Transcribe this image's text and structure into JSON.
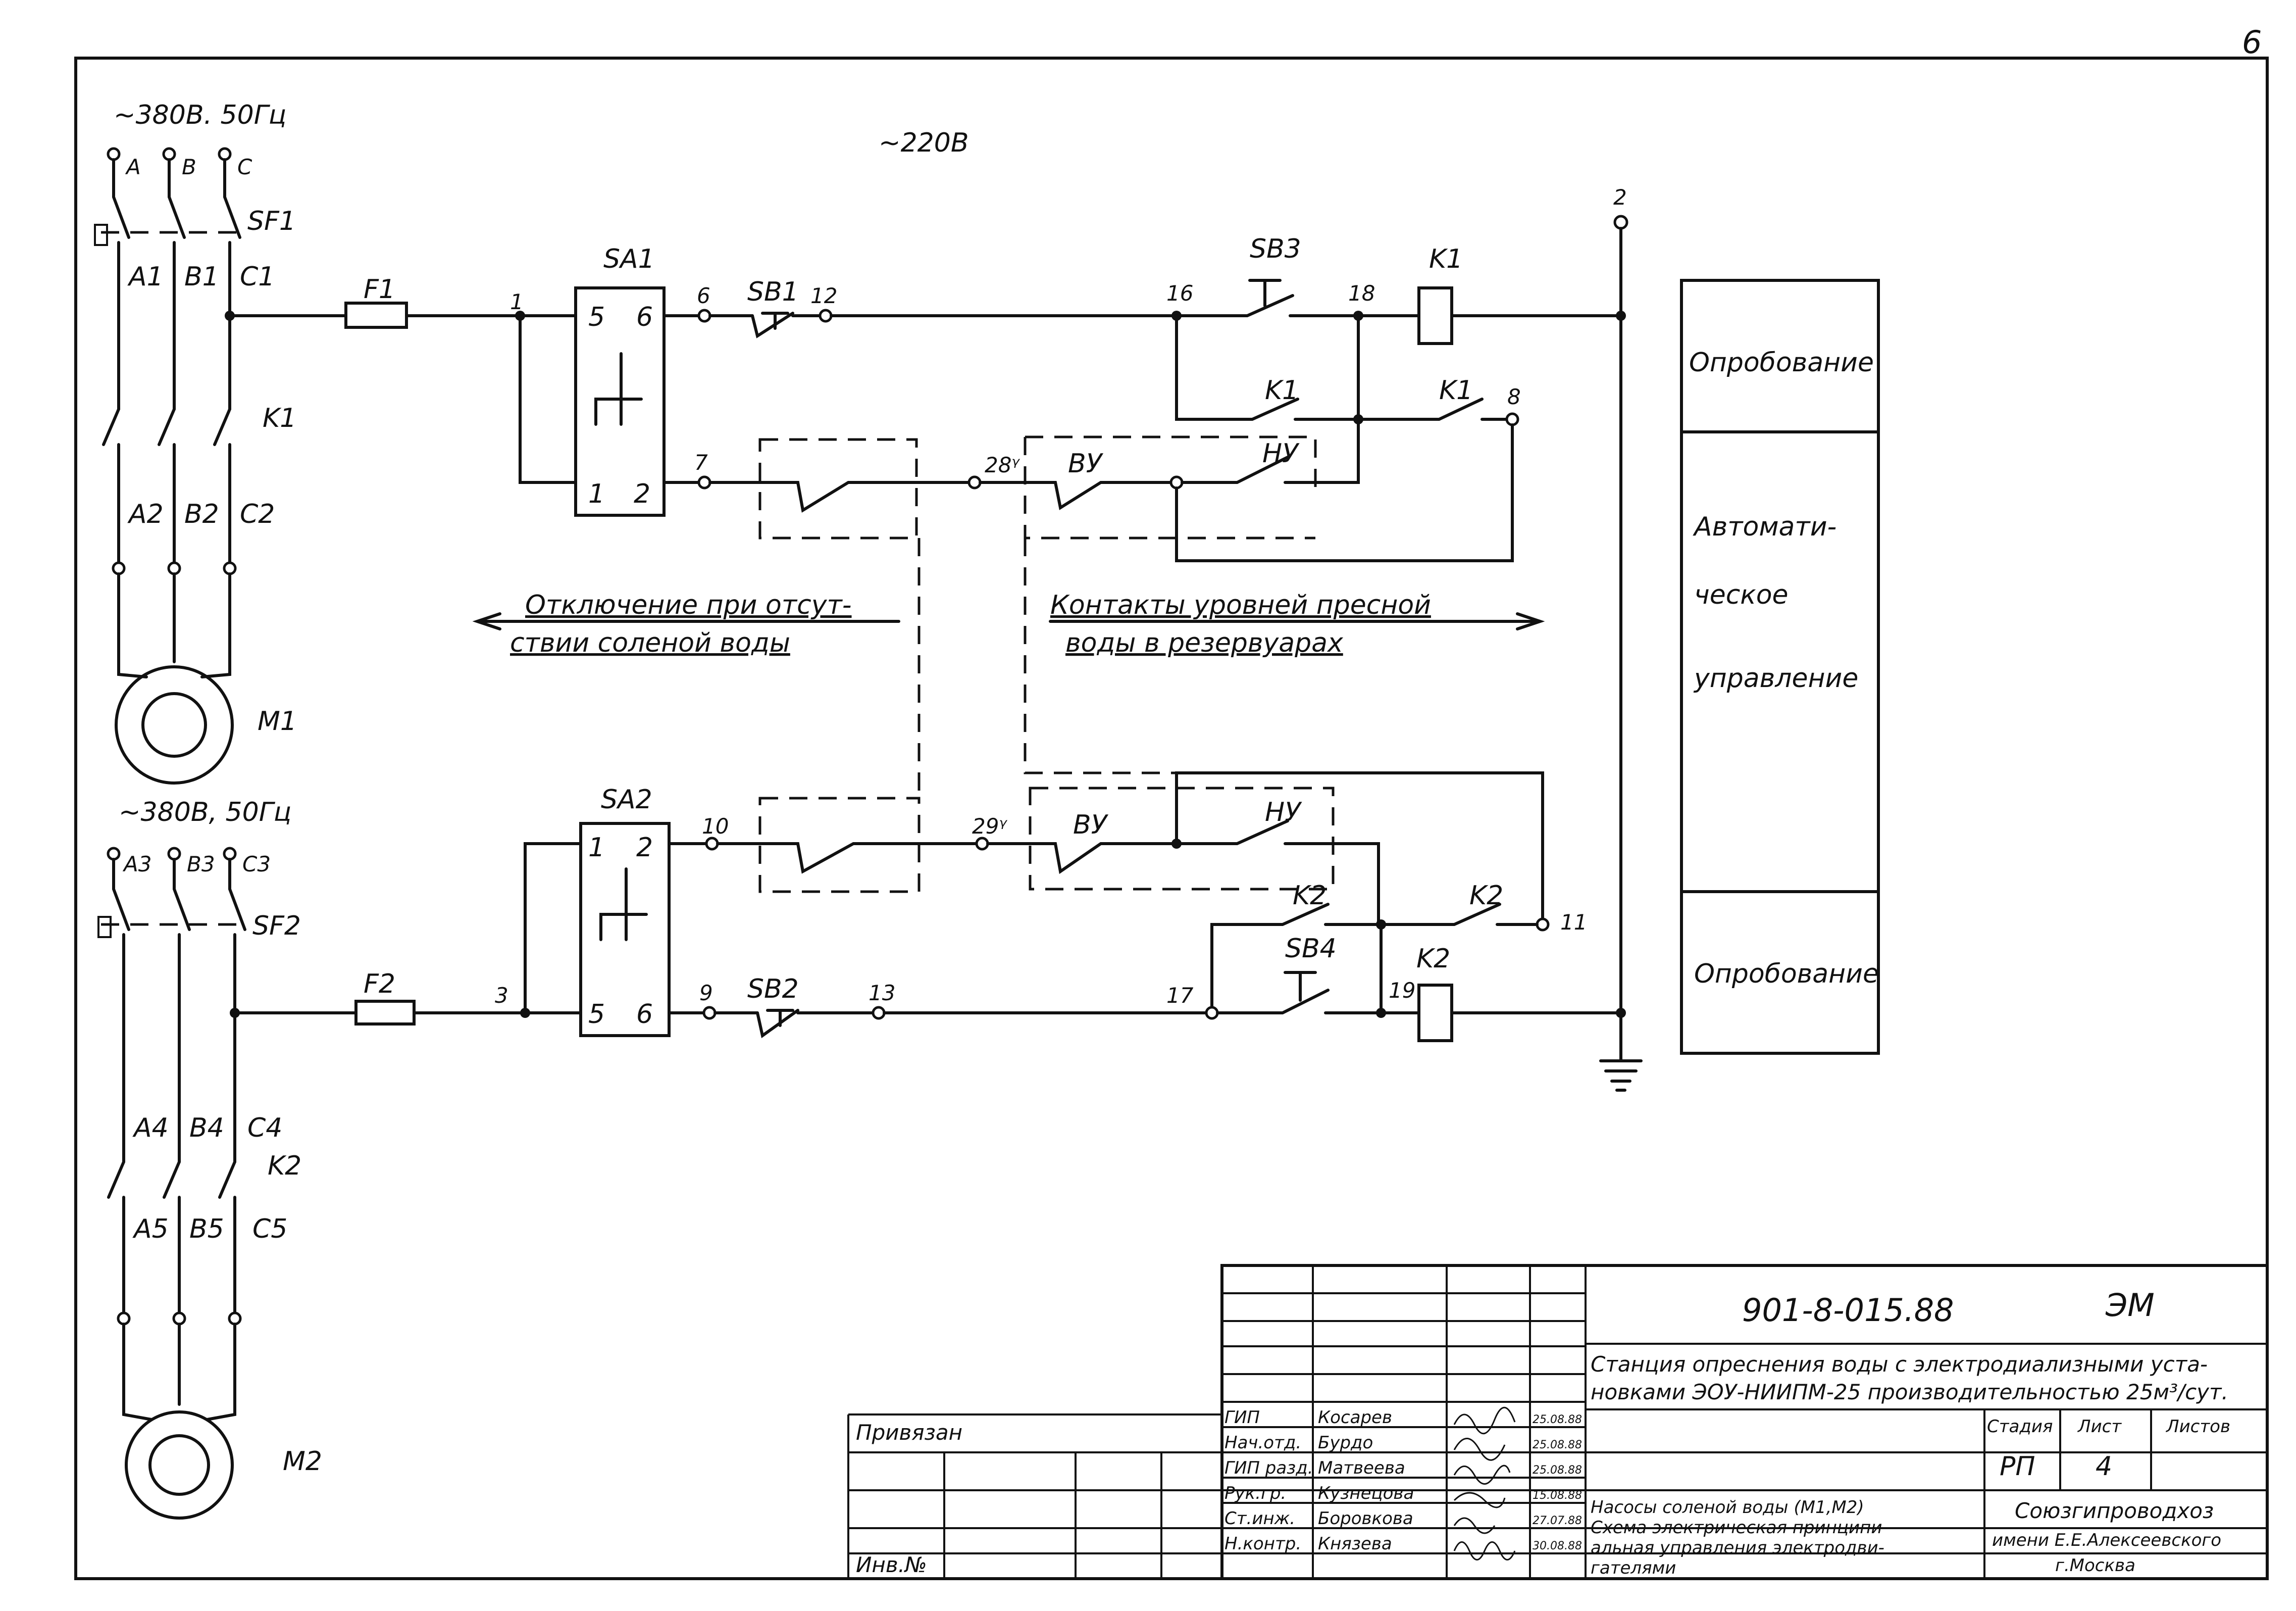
{
  "sheet": {
    "page_number": "6"
  },
  "supply": {
    "m1_voltage": "~380В. 50Гц",
    "m2_voltage": "~380В, 50Гц",
    "control_voltage": "~220В"
  },
  "phases_top": [
    "A",
    "B",
    "C"
  ],
  "phases_bottom": [
    "A3",
    "B3",
    "C3"
  ],
  "labels": {
    "sf1": "SF1",
    "sf2": "SF2",
    "a1": "A1",
    "b1": "B1",
    "c1": "C1",
    "a2": "A2",
    "b2": "B2",
    "c2": "C2",
    "a4": "A4",
    "b4": "B4",
    "c4": "C4",
    "a5": "A5",
    "b5": "B5",
    "c5": "C5",
    "k1_main": "K1",
    "k2_main": "K2",
    "m1": "M1",
    "m2": "M2",
    "f1": "F1",
    "f2": "F2",
    "sa1": "SA1",
    "sa2": "SA2",
    "sb1": "SB1",
    "sb2": "SB2",
    "sb3": "SB3",
    "sb4": "SB4",
    "k1_coil": "K1",
    "k2_coil": "K2",
    "k1_contact_a": "K1",
    "k1_contact_b": "K1",
    "k2_contact_a": "K2",
    "k2_contact_b": "K2",
    "vu_top": "ВУ",
    "nu_top": "НУ",
    "vu_bottom": "ВУ",
    "nu_bottom": "НУ",
    "ground_bus": "2"
  },
  "sa1_positions": [
    "5",
    "6",
    "1",
    "2"
  ],
  "sa2_positions": [
    "1",
    "2",
    "5",
    "6"
  ],
  "nodes": {
    "n1": "1",
    "n6": "6",
    "n12": "12",
    "n16": "16",
    "n18": "18",
    "n8": "8",
    "n7": "7",
    "n28": "28ᵞ",
    "n10": "10",
    "n29": "29ᵞ",
    "n11": "11",
    "n3": "3",
    "n9": "9",
    "n13": "13",
    "n17": "17",
    "n19": "19"
  },
  "annotations": {
    "left_arrow_line1": "Отключение при отсут-",
    "left_arrow_line2": "ствии соленой воды",
    "right_arrow_line1": "Контакты уровней пресной",
    "right_arrow_line2": "воды в резервуарах"
  },
  "side_panel": {
    "top": "Опробование",
    "middle_1": "Автомати-",
    "middle_2": "ческое",
    "middle_3": "управление",
    "bottom": "Опробование"
  },
  "title_block": {
    "doc_code": "901-8-015.88",
    "doc_type": "ЭМ",
    "project_line1": "Станция опреснения воды с электродиализными уста-",
    "project_line2": "новками ЭОУ-НИИПМ-25 производительностью 25м³/сут.",
    "privyazan": "Привязан",
    "inv_no": "Инв.№",
    "stage_header": "Стадия",
    "sheet_header": "Лист",
    "sheets_header": "Листов",
    "stage_value": "РП",
    "sheet_value": "4",
    "sheets_value": "",
    "drawing_title_line1": "Насосы соленой воды (М1,М2)",
    "drawing_title_line2": "Схема электрическая принципи-",
    "drawing_title_line3": "альная управления электродви-",
    "drawing_title_line4": "гателями",
    "org_line1": "Союзгипроводхоз",
    "org_line2": "имени Е.Е.Алексеевского",
    "org_line3": "г.Москва",
    "signatories": [
      {
        "role": "ГИП",
        "name": "Косарев",
        "date": "25.08.88"
      },
      {
        "role": "Нач.отд.",
        "name": "Бурдо",
        "date": "25.08.88"
      },
      {
        "role": "ГИП разд.",
        "name": "Матвеева",
        "date": "25.08.88"
      },
      {
        "role": "Рук.гр.",
        "name": "Кузнецова",
        "date": "15.08.88"
      },
      {
        "role": "Ст.инж.",
        "name": "Боровкова",
        "date": "27.07.88"
      },
      {
        "role": "Н.контр.",
        "name": "Князева",
        "date": "30.08.88"
      }
    ]
  }
}
